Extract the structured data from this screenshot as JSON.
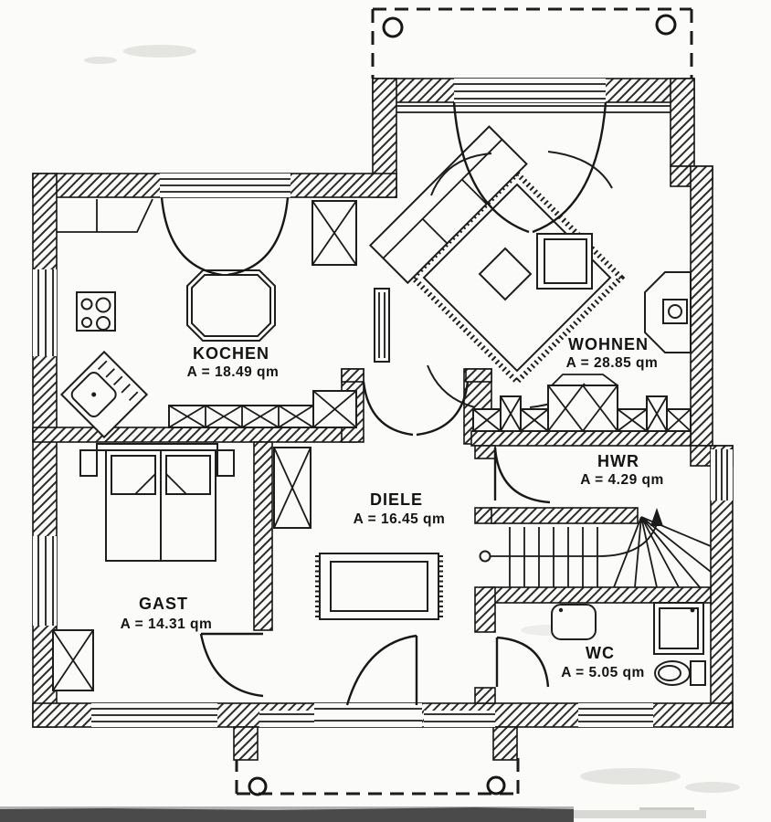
{
  "plan": {
    "rooms": [
      {
        "id": "kochen",
        "name": "KOCHEN",
        "area": "A = 18.49 qm"
      },
      {
        "id": "wohnen",
        "name": "WOHNEN",
        "area": "A = 28.85 qm"
      },
      {
        "id": "hwr",
        "name": "HWR",
        "area": "A = 4.29 qm"
      },
      {
        "id": "diele",
        "name": "DIELE",
        "area": "A = 16.45 qm"
      },
      {
        "id": "gast",
        "name": "GAST",
        "area": "A = 14.31 qm"
      },
      {
        "id": "wc",
        "name": "WC",
        "area": "A = 5.05 qm"
      }
    ],
    "colors": {
      "ink": "#1b1b1b",
      "paper": "#fbfbf9",
      "scan_band": "#4a4a4a"
    }
  }
}
